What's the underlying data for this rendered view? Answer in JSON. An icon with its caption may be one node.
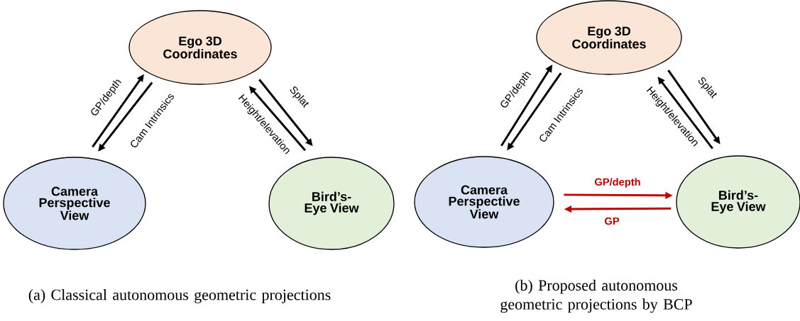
{
  "diagram": {
    "nodes": [
      {
        "text": [
          "Ego 3D Coordinates"
        ]
      },
      {
        "text": [
          "Camera Perspective View"
        ]
      },
      {
        "text": [
          "Bird’s-Eye View"
        ]
      },
      {
        "text": [
          "Ego 3D Coordinates"
        ]
      },
      {
        "text": [
          "Camera Perspective View"
        ]
      },
      {
        "text": [
          "Bird’s-Eye View"
        ]
      }
    ],
    "edges": [
      {
        "from": 1,
        "to": 0,
        "arrow": "to",
        "label": "GP/depth"
      },
      {
        "from": 0,
        "to": 1,
        "arrow": "to",
        "label": "Cam Intrinsics"
      },
      {
        "from": 0,
        "to": 2,
        "arrow": "to",
        "label": "Splat"
      },
      {
        "from": 2,
        "to": 0,
        "arrow": "to",
        "label": "Height/elevation"
      },
      {
        "from": 4,
        "to": 3,
        "arrow": "to",
        "label": "GP/depth"
      },
      {
        "from": 3,
        "to": 4,
        "arrow": "to",
        "label": "Cam Intrinsics"
      },
      {
        "from": 3,
        "to": 5,
        "arrow": "to",
        "label": "Splat"
      },
      {
        "from": 5,
        "to": 3,
        "arrow": "to",
        "label": "Height/elevation"
      },
      {
        "from": 4,
        "to": 5,
        "arrow": "to",
        "label": "GP/depth",
        "color": "#c00000"
      },
      {
        "from": 5,
        "to": 4,
        "arrow": "to",
        "label": "GP",
        "color": "#c00000"
      }
    ],
    "labels": [
      "(a) Classical autonomous geometric projections",
      "(b) Proposed autonomous geometric projections by BCP"
    ]
  }
}
